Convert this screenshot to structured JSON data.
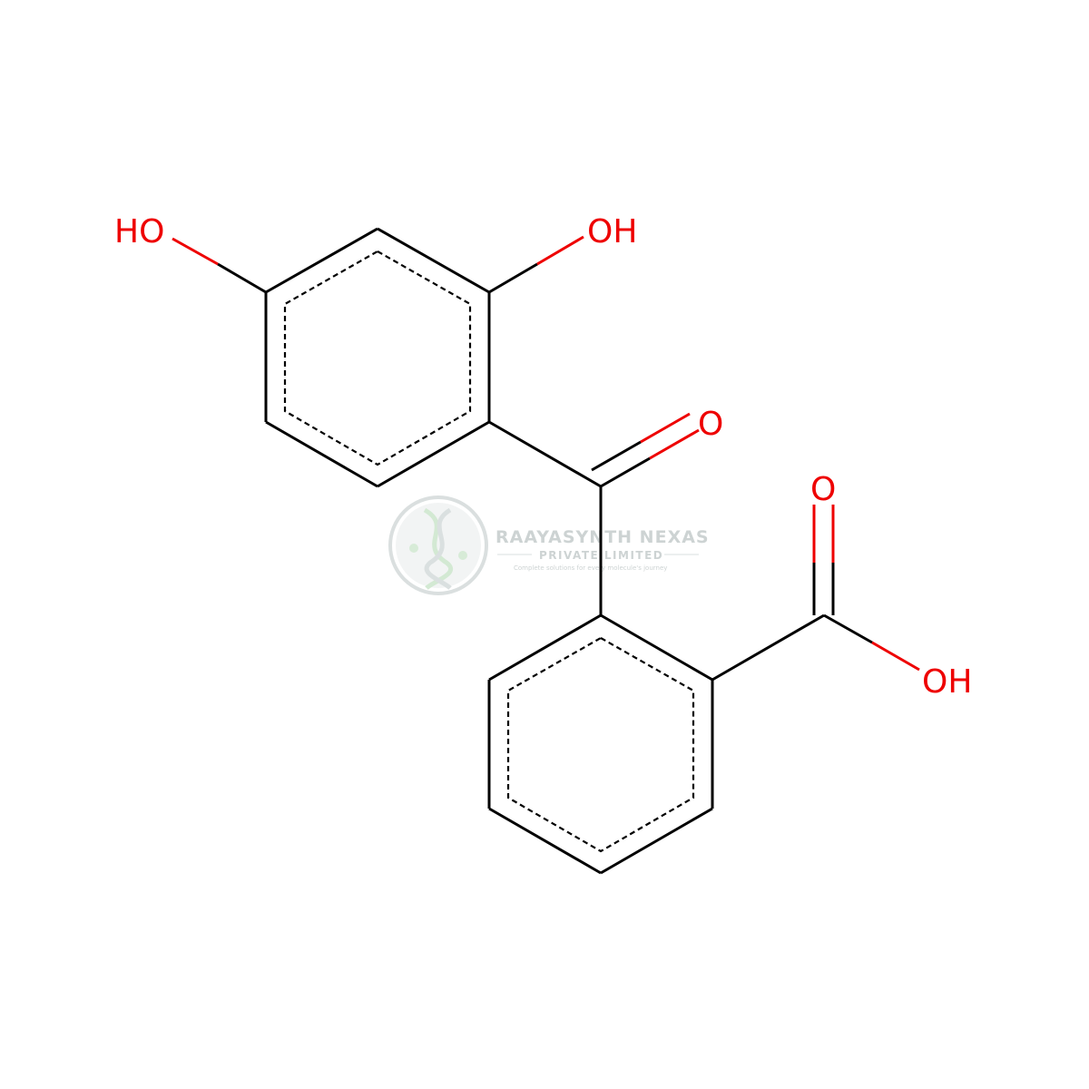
{
  "atoms": {
    "ho_left": "HO",
    "oh_top": "OH",
    "o_ketone": "O",
    "o_acid": "O",
    "oh_acid": "OH"
  },
  "watermark": {
    "company": "RAAYASYNTH NEXAS",
    "company_sub": "PRIVATE LIMITED",
    "tagline": "Complete solutions for every molecule's journey"
  },
  "colors": {
    "bond": "#000000",
    "oxygen": "#ee0000",
    "watermark": "#c8cfcf"
  }
}
